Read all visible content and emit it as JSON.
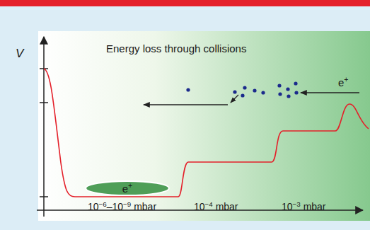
{
  "diagram": {
    "nodes": [
      {
        "text": [
          "e+"
        ]
      }
    ],
    "labels": [
      "V",
      "Energy loss through collisions",
      "e+",
      "10−6–10−9 mbar",
      "10−4 mbar",
      "10−3 mbar"
    ]
  }
}
